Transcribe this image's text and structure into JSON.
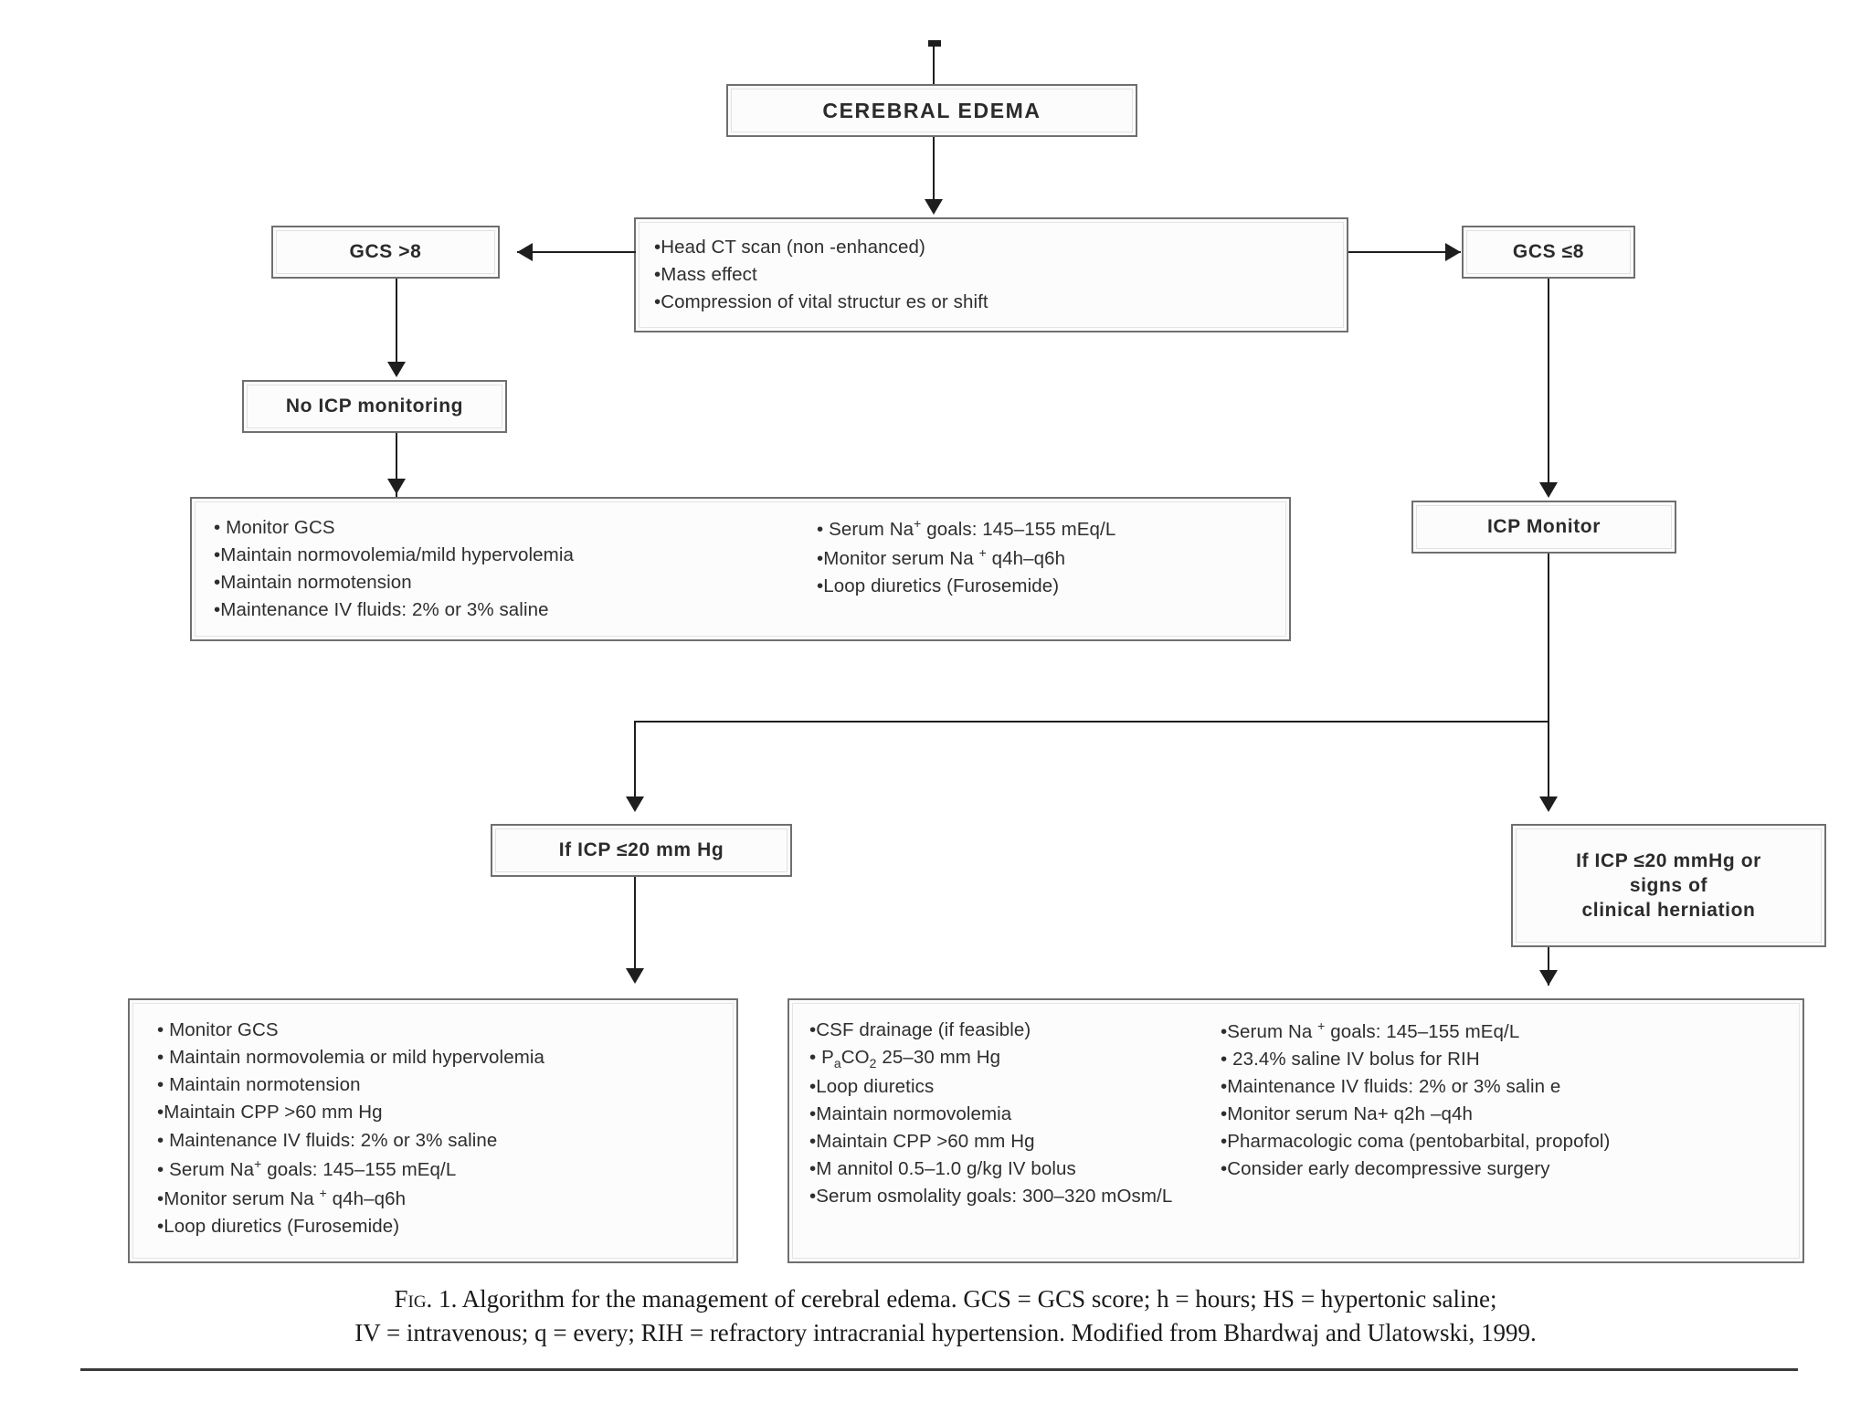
{
  "figure": {
    "caption_line1": "FIG. 1. Algorithm for the management of cerebral edema. GCS = GCS score; h = hours; HS = hypertonic saline;",
    "caption_line2": "IV = intravenous; q = every; RIH = refractory intracranial hypertension. Modified from Bhardwaj and Ulatowski, 1999."
  },
  "colors": {
    "box_border": "#6f6f6f",
    "box_fill": "#fbfbfb",
    "connector": "#1e1e1e",
    "text": "#2b2b2b"
  },
  "chart_data": {
    "type": "diagram",
    "title": "Algorithm for the management of cerebral edema",
    "nodes": [
      {
        "id": "cerebral-edema",
        "label": "CEREBRAL EDEMA"
      },
      {
        "id": "head-ct",
        "label": "Head CT scan (non -enhanced) / Mass effect / Compression of vital structur es or shift"
      },
      {
        "id": "gcs-gt8",
        "label": "GCS >8"
      },
      {
        "id": "gcs-le8",
        "label": "GCS ≤8"
      },
      {
        "id": "no-icp-monitoring",
        "label": "No ICP monitoring"
      },
      {
        "id": "icp-monitor",
        "label": "ICP Monitor"
      },
      {
        "id": "management-no-icp",
        "label": "Monitor GCS / Maintain normovolemia ..."
      },
      {
        "id": "if-icp-le20",
        "label": "If ICP ≤20 mm Hg"
      },
      {
        "id": "if-icp-le20-herniation",
        "label": "If ICP ≤20 mmHg or signs of clinical herniation"
      },
      {
        "id": "management-icp-le20",
        "label": "Monitor GCS ..."
      },
      {
        "id": "management-herniation",
        "label": "CSF drainage ..."
      }
    ],
    "edges": [
      {
        "from": "cerebral-edema",
        "to": "head-ct"
      },
      {
        "from": "head-ct",
        "to": "gcs-gt8"
      },
      {
        "from": "head-ct",
        "to": "gcs-le8"
      },
      {
        "from": "gcs-gt8",
        "to": "no-icp-monitoring"
      },
      {
        "from": "no-icp-monitoring",
        "to": "management-no-icp"
      },
      {
        "from": "gcs-le8",
        "to": "icp-monitor"
      },
      {
        "from": "icp-monitor",
        "to": "if-icp-le20"
      },
      {
        "from": "icp-monitor",
        "to": "if-icp-le20-herniation"
      },
      {
        "from": "if-icp-le20",
        "to": "management-icp-le20"
      },
      {
        "from": "if-icp-le20-herniation",
        "to": "management-herniation"
      }
    ]
  },
  "nodes": {
    "cerebral_edema": {
      "label": "CEREBRAL EDEMA"
    },
    "gcs_gt8": {
      "label": "GCS >8"
    },
    "gcs_le8": {
      "label": "GCS ≤8"
    },
    "no_icp_monitoring": {
      "label": "No ICP monitoring"
    },
    "icp_monitor": {
      "label": "ICP Monitor"
    },
    "if_icp_le20": {
      "label": "If ICP ≤20 mm Hg"
    },
    "if_icp_herniation": {
      "line1": "If ICP ≤20 mmHg or",
      "line2": "signs of",
      "line3": "clinical herniation"
    },
    "head_ct": {
      "bullets": [
        "Head CT scan (non -enhanced)",
        "Mass effect",
        "Compression of vital structur es or shift"
      ]
    },
    "management_no_icp": {
      "left_bullets": [
        "Monitor GCS",
        "Maintain normovolemia/mild hypervolemia",
        "Maintain normotension",
        "Maintenance IV fluids: 2% or 3% saline"
      ],
      "right_bullets": [
        "Serum Na goals: 145–155 mEq/L",
        "Monitor serum Na q4h–q6h",
        "Loop diuretics (Furosemide)"
      ]
    },
    "management_icp_le20": {
      "bullets": [
        "Monitor GCS",
        "Maintain normovolemia or mild hypervolemia",
        "Maintain normotension",
        "Maintain CPP >60 mm Hg",
        "Maintenance IV fluids: 2% or 3% saline",
        "Serum Na goals: 145–155 mEq/L",
        "Monitor serum Na q4h–q6h",
        "Loop diuretics (Furosemide)"
      ]
    },
    "management_herniation": {
      "left_bullets": [
        "CSF drainage (if feasible)",
        "PaCO2 25–30 mm Hg",
        "Loop diuretics",
        "Maintain normovolemia",
        "Maintain CPP >60 mm Hg",
        "M annitol 0.5–1.0 g/kg IV bolus",
        "Serum osmolality goals:  300–320 mOsm/L"
      ],
      "right_bullets": [
        "Serum Na goals: 145–155 mEq/L",
        "23.4% saline IV bolus for RIH",
        "Maintenance IV fluids: 2% or 3% salin e",
        "Monitor serum Na+ q2h –q4h",
        "Pharmacologic coma (pentobarbital,  propofol)",
        "Consider early decompressive surgery"
      ]
    }
  }
}
